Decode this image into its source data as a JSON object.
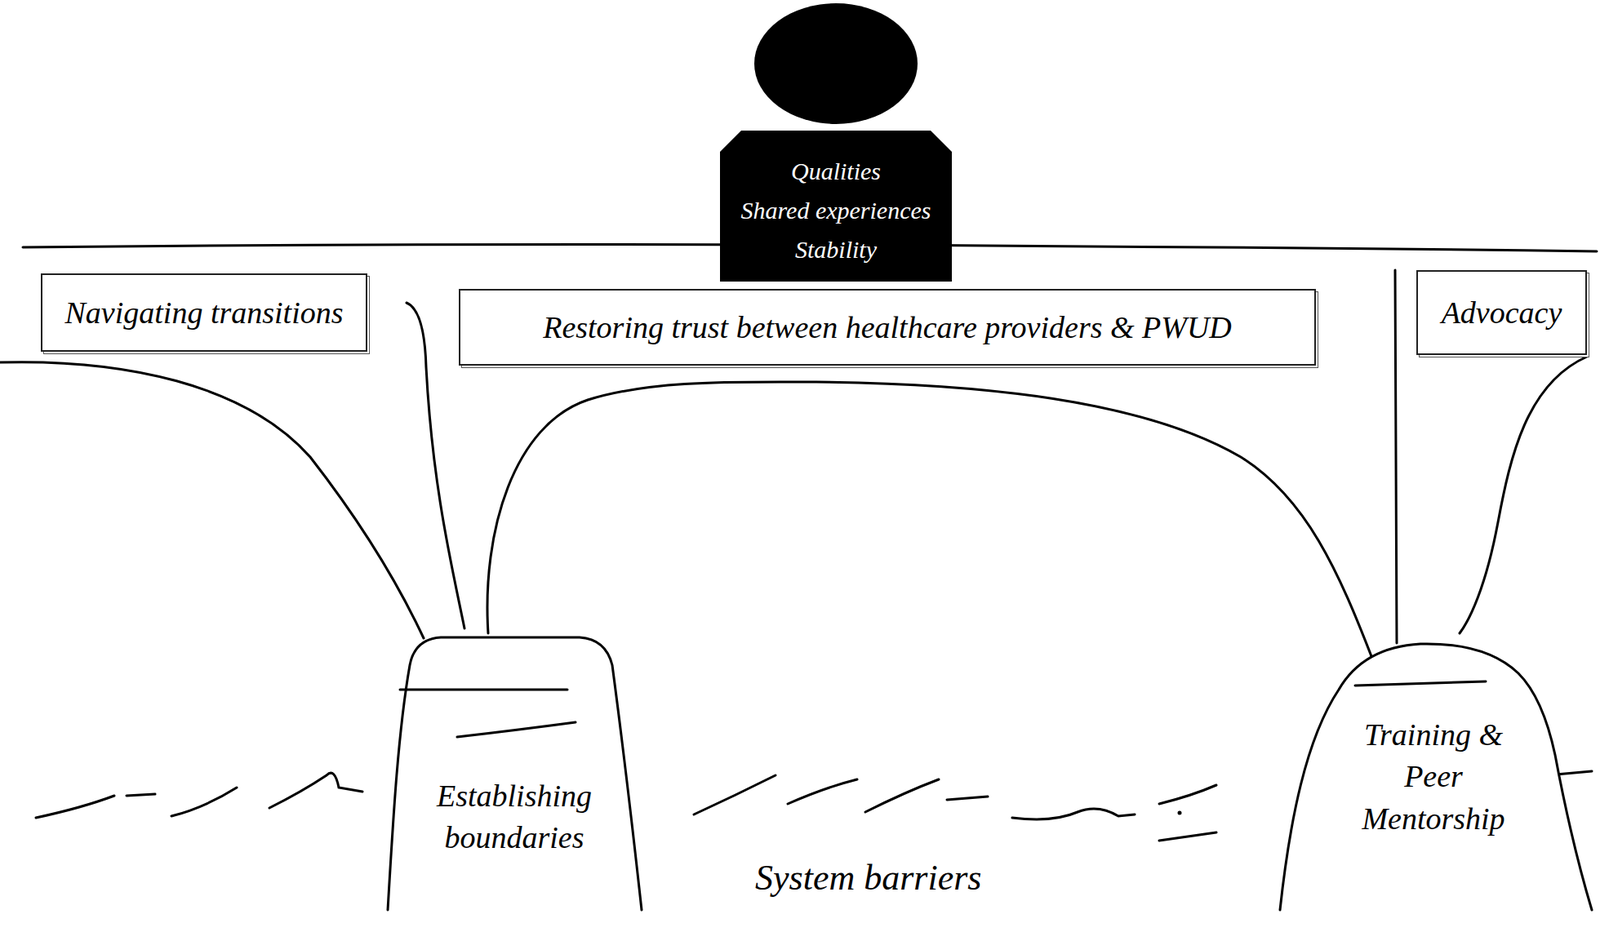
{
  "diagram": {
    "nodes": [
      {
        "text": [
          "Qualities",
          "Shared experiences",
          "Stability"
        ]
      },
      {
        "text": [
          "Navigating transitions"
        ]
      },
      {
        "text": [
          "Restoring trust between healthcare providers & PWUD"
        ]
      },
      {
        "text": [
          "Advocacy"
        ]
      },
      {
        "text": [
          "Establishing boundaries"
        ]
      },
      {
        "text": [
          "Training & Peer Mentorship"
        ]
      }
    ],
    "labels": [
      "System barriers"
    ]
  }
}
